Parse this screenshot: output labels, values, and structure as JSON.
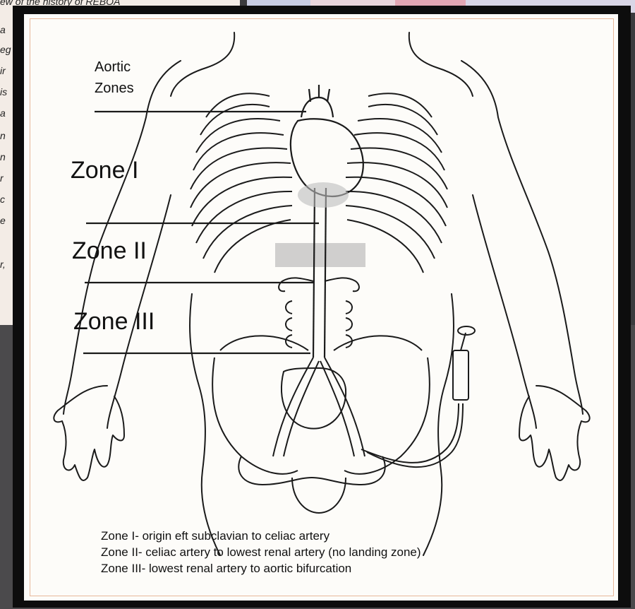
{
  "background_page": {
    "fragments": [
      "ew of the history of REBOA",
      "a",
      "eg",
      "ir",
      "is",
      "a",
      "n",
      "n",
      "r",
      "c",
      "e",
      "r,"
    ]
  },
  "diagram": {
    "title_line1": "Aortic",
    "title_line2": "Zones",
    "zones": [
      "Zone I",
      "Zone II",
      "Zone III"
    ],
    "captions": [
      "Zone I- origin  eft subclavian to celiac artery",
      "Zone II- celiac artery to lowest renal artery (no landing zone)",
      "Zone III- lowest renal artery to aortic bifurcation"
    ]
  },
  "colors": {
    "frame": "#0d0d0d",
    "card": "#fdfcf9",
    "border": "#e8b89a",
    "line": "#1a1a1a",
    "shade": "#bcbcbc"
  }
}
